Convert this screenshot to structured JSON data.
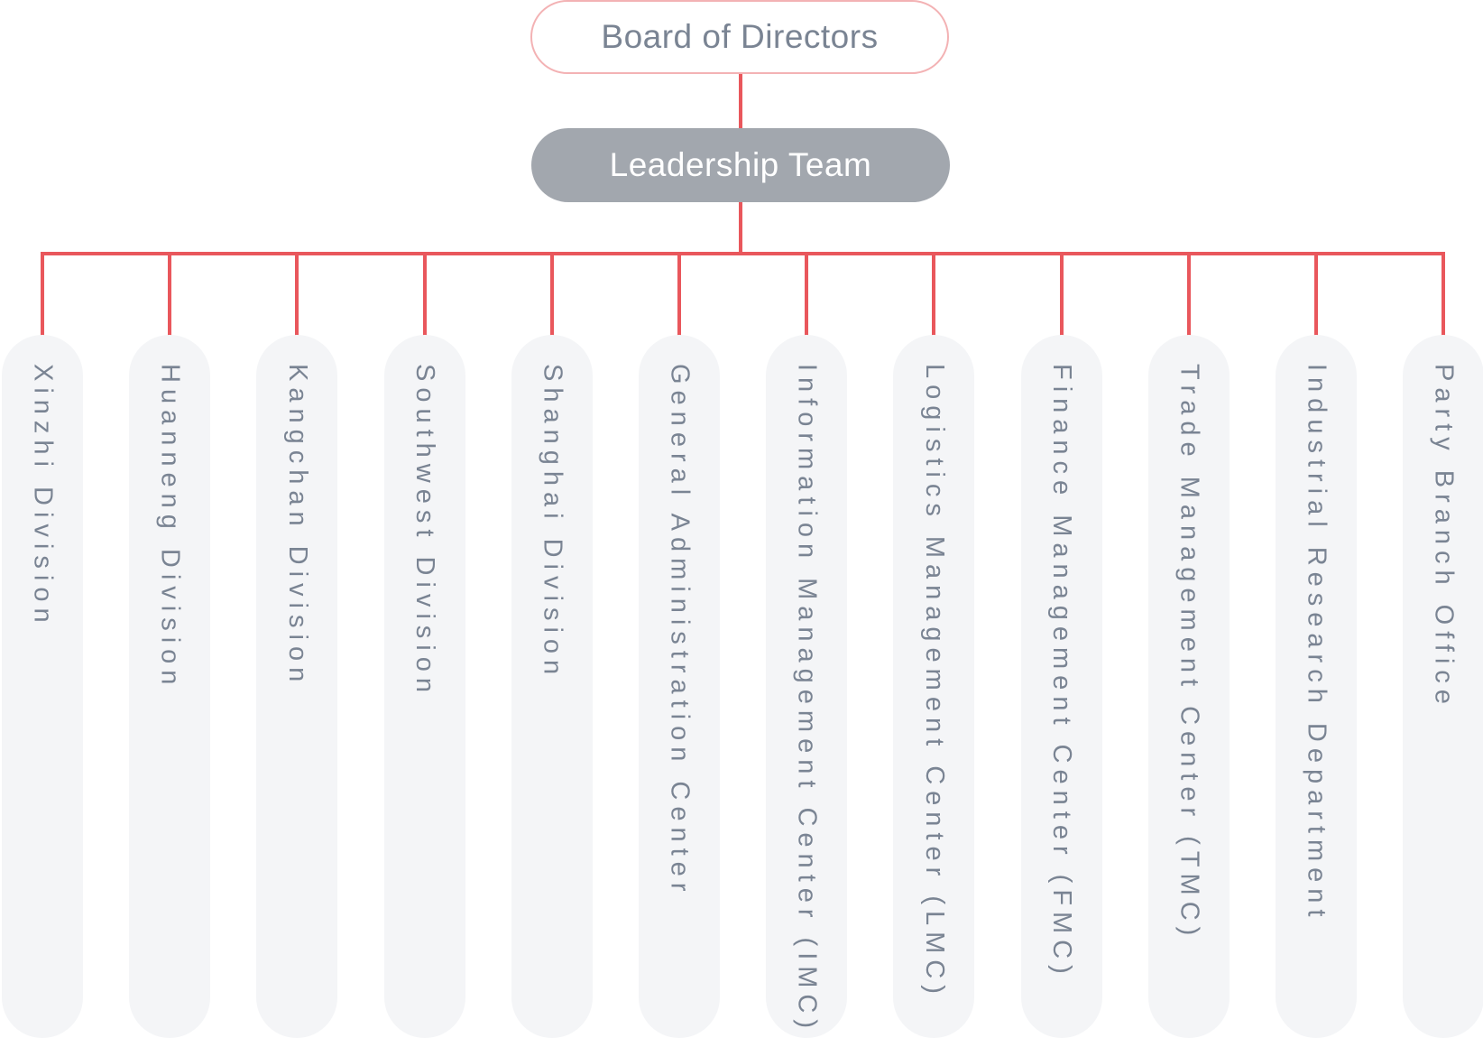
{
  "top": {
    "board": "Board of Directors",
    "leadership": "Leadership Team"
  },
  "units": [
    "Xinzhi Division",
    "Huanneng Division",
    "Kangchan Division",
    "Southwest Division",
    "Shanghai Division",
    "General Administration Center",
    "Information Management Center (IMC)",
    "Logistics Management Center (LMC)",
    "Finance Management Center (FMC)",
    "Trade Management Center (TMC)",
    "Industrial Research Department",
    "Party Branch Office"
  ],
  "colors": {
    "connector": "#e9575c",
    "board_border": "#f3b2b4",
    "leader_fill": "#a2a7ae",
    "pill_fill": "#f4f5f7",
    "text": "#7a8493"
  }
}
